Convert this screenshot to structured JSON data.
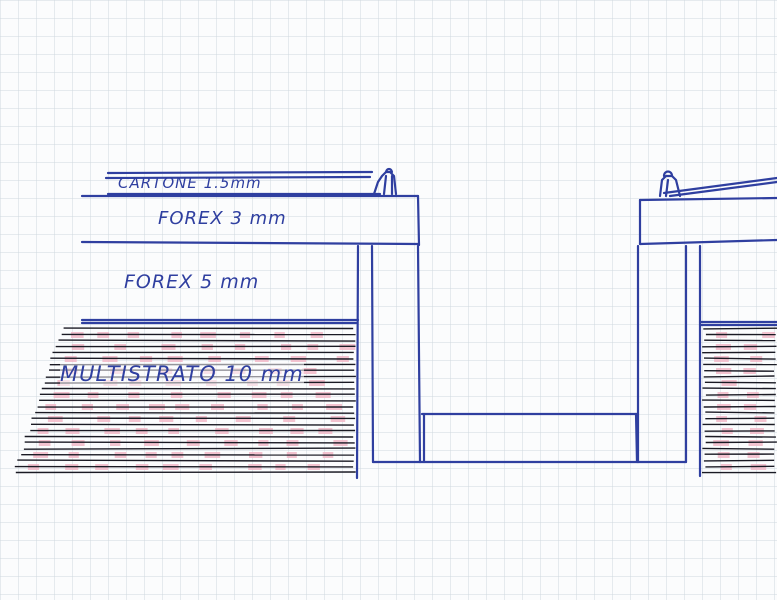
{
  "diagram": {
    "layers": {
      "cartone": "CARTONE 1.5mm",
      "forex3": "FOREX 3 mm",
      "forex5": "FOREX 5 mm",
      "multistrato": "MULTISTRATO 10 mm"
    }
  },
  "colors": {
    "paper": "#fbfcfd",
    "grid": "#cfd8df",
    "ink_blue": "#2f3fa0",
    "ink_black": "#1a1a24",
    "pink": "#f1b9c8"
  }
}
